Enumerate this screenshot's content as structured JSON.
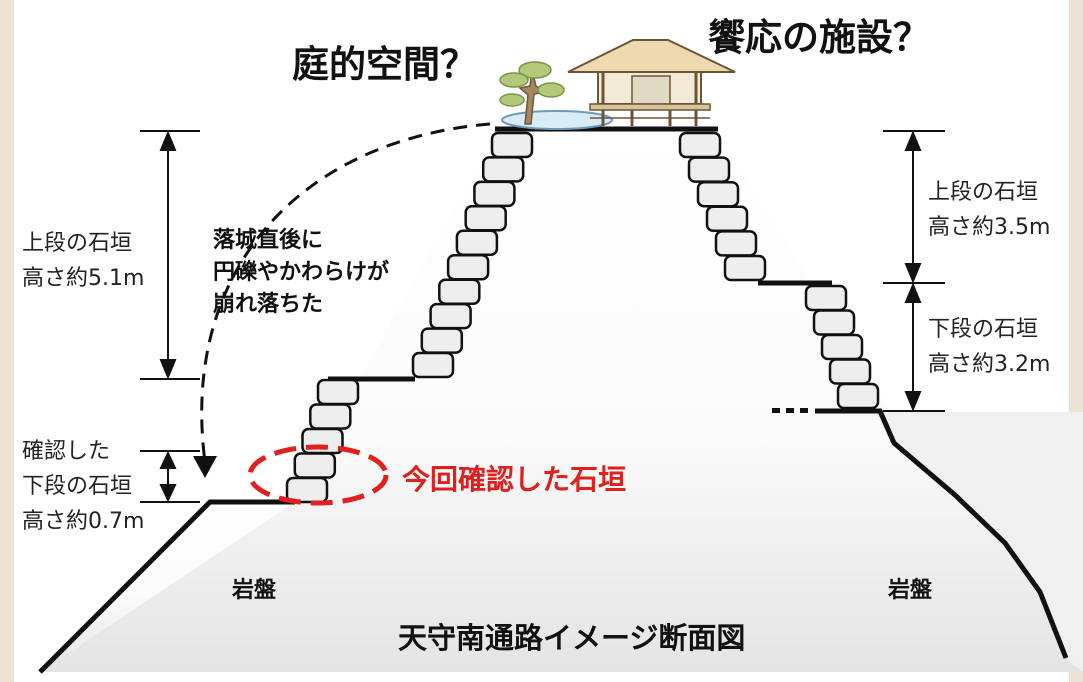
{
  "labels": {
    "garden": "庭的空間？",
    "facility": "饗応の施設？",
    "fallen": [
      "落城直後に",
      "円礫やかわらけが",
      "崩れ落ちた"
    ],
    "left_upper": [
      "上段の石垣",
      "高さ約5.1m"
    ],
    "left_lower": [
      "確認した",
      "下段の石垣",
      "高さ約0.7m"
    ],
    "right_upper": [
      "上段の石垣",
      "高さ約3.5m"
    ],
    "right_lower": [
      "下段の石垣",
      "高さ約3.2m"
    ],
    "confirmed": "今回確認した石垣",
    "bedrock_left": "岩盤",
    "bedrock_right": "岩盤",
    "title": "天守南通路イメージ断面図"
  },
  "colors": {
    "highlight": "#e0201e",
    "stone_fill": "#eeeeee",
    "frame": "#eae3d6"
  }
}
